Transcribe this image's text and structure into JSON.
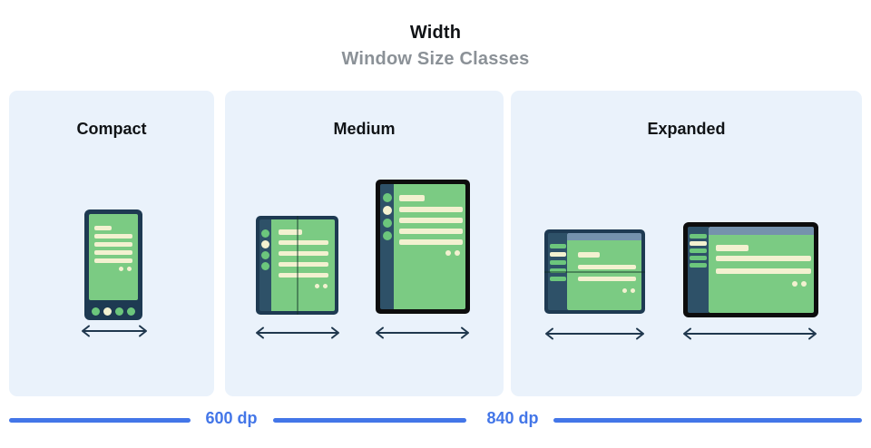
{
  "header": {
    "title": "Width",
    "subtitle": "Window Size Classes"
  },
  "panels": [
    {
      "id": "compact",
      "label": "Compact",
      "devices": [
        "phone-portrait"
      ]
    },
    {
      "id": "medium",
      "label": "Medium",
      "devices": [
        "foldable-portrait",
        "tablet-portrait"
      ]
    },
    {
      "id": "expanded",
      "label": "Expanded",
      "devices": [
        "foldable-landscape",
        "tablet-landscape"
      ]
    }
  ],
  "ruler": {
    "label_600": "600 dp",
    "label_840": "840 dp"
  },
  "icons": {
    "width_arrow": "double-headed-horizontal-arrow"
  },
  "colors": {
    "panel_bg": "#eaf2fb",
    "frame_navy": "#1e3a52",
    "frame_black": "#0d0d0d",
    "rail_slate": "#2e5168",
    "screen_green": "#7bcb83",
    "accent_green": "#6cc67c",
    "accent_cream": "#f3f1d0",
    "header_strip_blue": "#7592ad",
    "ruler_blue": "#4376e8",
    "subtitle_gray": "#8b9197",
    "title_black": "#101316",
    "arrow_navy": "#20384e"
  }
}
